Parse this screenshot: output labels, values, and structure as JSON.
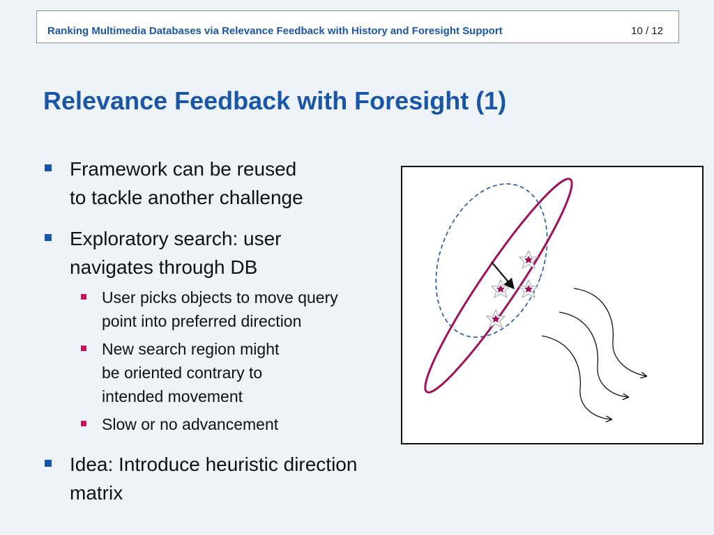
{
  "header": {
    "title": "Ranking Multimedia Databases via Relevance Feedback with History and Foresight Support",
    "page": "10 / 12"
  },
  "slide": {
    "title": "Relevance Feedback with Foresight (1)"
  },
  "bullets": {
    "b1": "Framework can be reused\nto tackle another challenge",
    "b2": "Exploratory search: user\nnavigates through DB",
    "b2_sub1": "User picks objects to move query\npoint into preferred direction",
    "b2_sub2": "New search region might\nbe oriented contrary to\nintended movement",
    "b2_sub3": "Slow or no advancement",
    "b3": "Idea: Introduce heuristic direction matrix"
  },
  "colors": {
    "accent": "#1a56a8",
    "ellipse_new": "#a0105a",
    "ellipse_old": "#1a56a8",
    "sub_bullet": "#c4145a"
  },
  "figure": {
    "icons": [
      "star-icon",
      "arrow-icon",
      "curved-arrow-icon"
    ]
  }
}
